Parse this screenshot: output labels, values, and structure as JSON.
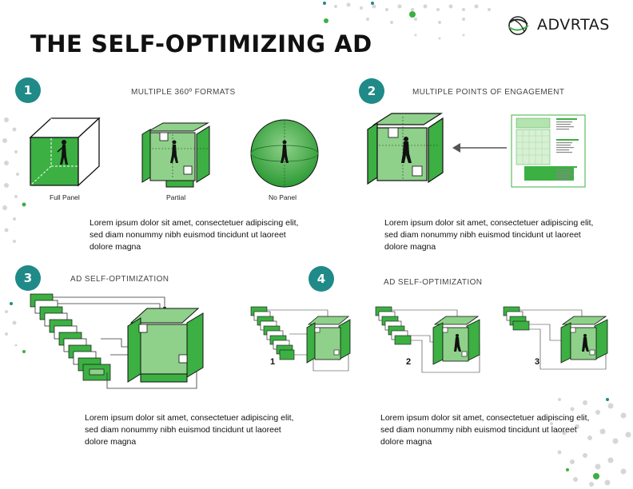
{
  "header": {
    "title": "THE SELF-OPTIMIZING AD",
    "logo_text": "ADVRTAS"
  },
  "colors": {
    "accent_green": "#3cb043",
    "light_green": "#8fd18a",
    "teal_badge": "#1f8a88",
    "dark_text": "#111111"
  },
  "sections": [
    {
      "number": "1",
      "title": "MULTIPLE 360º FORMATS",
      "labels": [
        "Full Panel",
        "Partial",
        "No Panel"
      ],
      "body": "Lorem ipsum dolor sit amet, consectetuer adipiscing elit, sed diam nonummy nibh euismod tincidunt ut laoreet dolore magna"
    },
    {
      "number": "2",
      "title": "MULTIPLE POINTS OF ENGAGEMENT",
      "body": "Lorem ipsum dolor sit amet, consectetuer adipiscing elit, sed diam nonummy nibh euismod tincidunt ut laoreet dolore magna"
    },
    {
      "number": "3",
      "title": "AD SELF-OPTIMIZATION",
      "body": "Lorem ipsum dolor sit amet, consectetuer adipiscing elit, sed diam nonummy nibh euismod tincidunt ut laoreet dolore magna"
    },
    {
      "number": "4",
      "title": "AD SELF-OPTIMIZATION",
      "stage_labels": [
        "1",
        "2",
        "3"
      ],
      "body": "Lorem ipsum dolor sit amet, consectetuer adipiscing elit, sed diam nonummy nibh euismod tincidunt ut laoreet dolore magna"
    }
  ],
  "icons": {
    "logo": "globe-swirl-icon",
    "figure": "person-silhouette-icon",
    "arrow": "arrow-left-icon"
  }
}
